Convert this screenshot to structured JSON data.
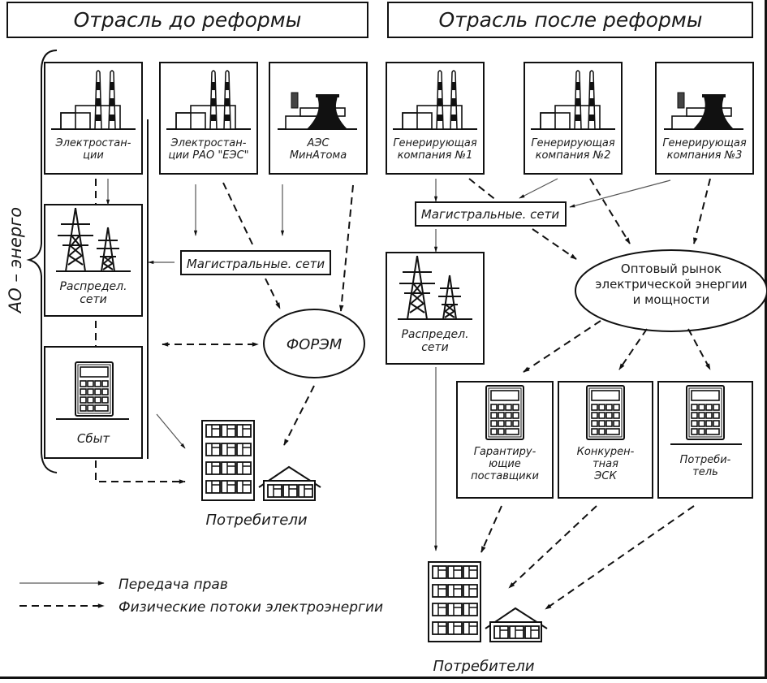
{
  "headers": {
    "before": "Отрасль до реформы",
    "after": "Отрасль после реформы"
  },
  "before": {
    "group_label": "АО – энерго",
    "nodes": {
      "power_plants": "Электростан-\nции",
      "rao_plants": "Электростан-\nции РАО \"ЕЭС\"",
      "npp": "АЭС\nМинАтома",
      "distribution": "Распредел.\nсети",
      "sales": "Сбыт",
      "trunk_networks": "Магистральные. сети",
      "forem": "ФОРЭМ",
      "consumers": "Потребители"
    }
  },
  "after": {
    "nodes": {
      "gen1": "Генерирующая\nкомпания №1",
      "gen2": "Генерирующая\nкомпания №2",
      "gen3": "Генерирующая\nкомпания №3",
      "trunk_networks": "Магистральные. сети",
      "distribution": "Распредел.\nсети",
      "wholesale_market": "Оптовый рынок\nэлектрической энергии\nи мощности",
      "guaranteeing_suppliers": "Гарантиру-\nющие\nпоставщики",
      "competitive_esk": "Конкурен-\nтная\nЭСК",
      "consumer": "Потреби-\nтель",
      "consumers": "Потребители"
    }
  },
  "legend": {
    "rights_transfer": "Передача прав",
    "physical_flows": "Физические потоки электроэнергии"
  }
}
